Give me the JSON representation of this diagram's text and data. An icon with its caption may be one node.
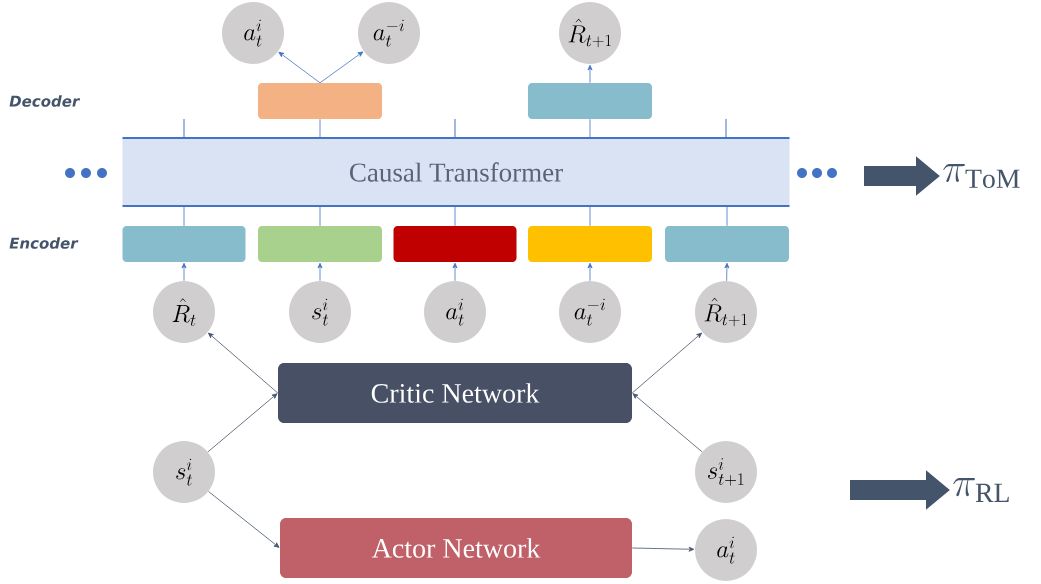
{
  "diagram": {
    "nodes": [
      {
        "text": [
          "a_t^i"
        ]
      },
      {
        "text": [
          "a_t^{-i}"
        ]
      },
      {
        "text": [
          "\\hat{R}_{t+1}"
        ]
      },
      {
        "text": [],
        "shape": "box"
      },
      {
        "text": [],
        "shape": "box"
      },
      {
        "text": [
          "Causal Transformer"
        ]
      },
      {
        "text": [],
        "shape": "box"
      },
      {
        "text": [],
        "shape": "box"
      },
      {
        "text": [],
        "shape": "box"
      },
      {
        "text": [],
        "shape": "box"
      },
      {
        "text": [],
        "shape": "box"
      },
      {
        "text": [
          "\\hat{R}_t"
        ]
      },
      {
        "text": [
          "s_t^i"
        ]
      },
      {
        "text": [
          "a_t^i"
        ]
      },
      {
        "text": [
          "a_t^{-i}"
        ]
      },
      {
        "text": [
          "\\hat{R}_{t+1}"
        ]
      },
      {
        "text": [
          "Critic Network"
        ]
      },
      {
        "text": [
          "s_t^i"
        ]
      },
      {
        "text": [
          "s_{t+1}^i"
        ]
      },
      {
        "text": [
          "Actor Network"
        ]
      },
      {
        "text": [
          "a_t^i"
        ]
      },
      {
        "text": [
          "\\pi_{\\mathrm{ToM}}"
        ]
      },
      {
        "text": [
          "\\pi_{\\mathrm{RL}}"
        ]
      }
    ],
    "edges": [
      {
        "from": 3,
        "to": 0,
        "arrow": "to"
      },
      {
        "from": 3,
        "to": 1,
        "arrow": "to"
      },
      {
        "from": 4,
        "to": 2,
        "arrow": "to"
      },
      {
        "from": 5,
        "to": 3,
        "arrow": "none"
      },
      {
        "from": 5,
        "to": 4,
        "arrow": "none"
      },
      {
        "from": 6,
        "to": 5,
        "arrow": "none"
      },
      {
        "from": 7,
        "to": 5,
        "arrow": "none"
      },
      {
        "from": 8,
        "to": 5,
        "arrow": "none"
      },
      {
        "from": 9,
        "to": 5,
        "arrow": "none"
      },
      {
        "from": 10,
        "to": 5,
        "arrow": "none"
      },
      {
        "from": 11,
        "to": 6,
        "arrow": "to"
      },
      {
        "from": 12,
        "to": 7,
        "arrow": "to"
      },
      {
        "from": 13,
        "to": 8,
        "arrow": "to"
      },
      {
        "from": 14,
        "to": 9,
        "arrow": "to"
      },
      {
        "from": 15,
        "to": 10,
        "arrow": "to"
      },
      {
        "from": 16,
        "to": 11,
        "arrow": "to",
        "color": "#44546a"
      },
      {
        "from": 16,
        "to": 15,
        "arrow": "to",
        "color": "#44546a"
      },
      {
        "from": 17,
        "to": 16,
        "arrow": "to",
        "color": "#44546a"
      },
      {
        "from": 18,
        "to": 16,
        "arrow": "to",
        "color": "#44546a"
      },
      {
        "from": 17,
        "to": 19,
        "arrow": "to",
        "color": "#44546a"
      },
      {
        "from": 19,
        "to": 20,
        "arrow": "to",
        "color": "#44546a"
      },
      {
        "from": null,
        "to": 21,
        "arrow": "to",
        "style": "thick",
        "color": "#44546a"
      },
      {
        "from": null,
        "to": 22,
        "arrow": "to",
        "style": "thick",
        "color": "#44546a"
      }
    ],
    "labels": [
      "Decoder",
      "Encoder"
    ]
  }
}
